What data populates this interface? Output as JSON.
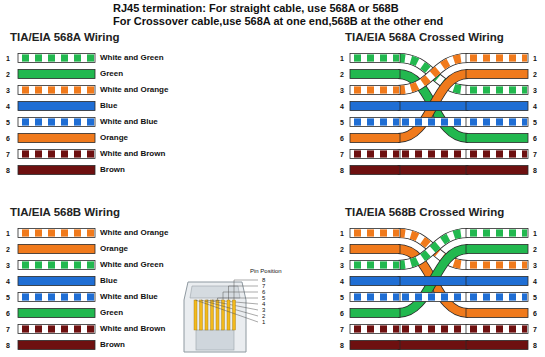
{
  "diagram": {
    "title": "RJ45 termination: For straight cable, use 568A or 568B",
    "labels": [
      "For Crossover cable,use 568A at one end,568B at the other end",
      "TIA/EIA 568A Wiring",
      "1",
      "2",
      "3",
      "4",
      "5",
      "6",
      "7",
      "8",
      "White and Green",
      "Green",
      "White and Orange",
      "Blue",
      "White and Blue",
      "Orange",
      "White and Brown",
      "Brown",
      "TIA/EIA 568A Crossed Wiring",
      "1",
      "2",
      "3",
      "4",
      "5",
      "6",
      "7",
      "8",
      "1",
      "2",
      "3",
      "4",
      "5",
      "6",
      "7",
      "8",
      "TIA/EIA 568B Wiring",
      "1",
      "2",
      "3",
      "4",
      "5",
      "6",
      "7",
      "8",
      "White and Orange",
      "Orange",
      "White and Green",
      "Blue",
      "White and Blue",
      "Green",
      "White and Brown",
      "Brown",
      "TIA/EIA 568B Crossed Wiring",
      "1",
      "2",
      "3",
      "4",
      "5",
      "6",
      "7",
      "8",
      "1",
      "2",
      "3",
      "4",
      "5",
      "6",
      "7",
      "8",
      "Pin Position",
      "8",
      "7",
      "6",
      "5",
      "4",
      "3",
      "2",
      "1"
    ]
  }
}
